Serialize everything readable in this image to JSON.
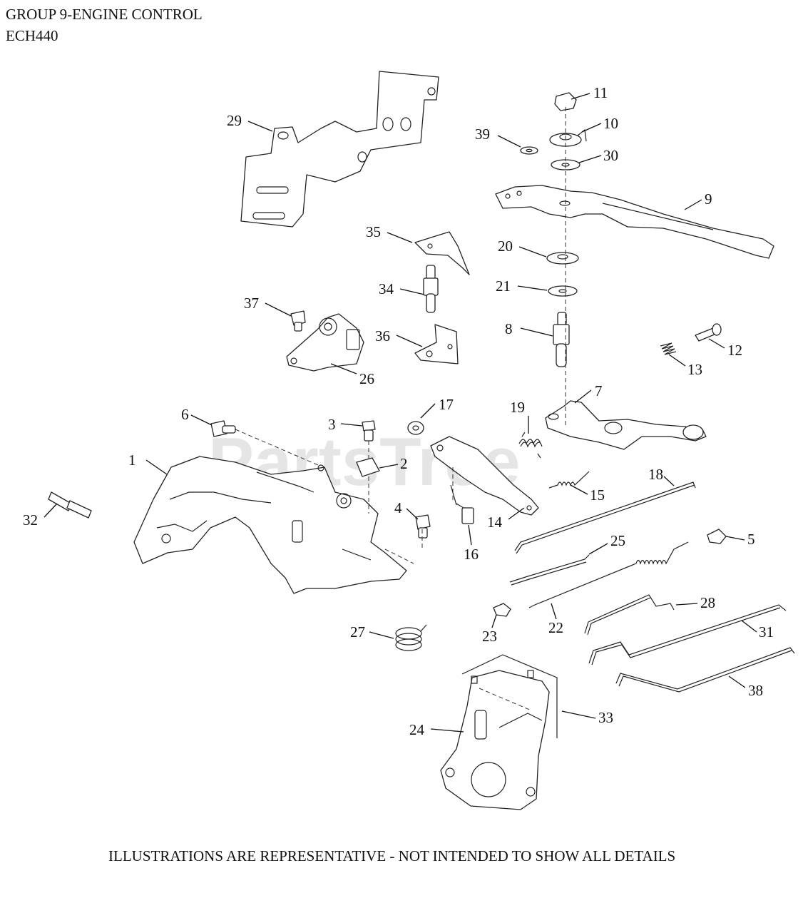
{
  "header": {
    "title": "GROUP 9-ENGINE CONTROL",
    "model": "ECH440"
  },
  "watermark": "PartsTree",
  "footer": "ILLUSTRATIONS ARE REPRESENTATIVE - NOT INTENDED TO SHOW ALL DETAILS",
  "callouts": {
    "c1": "1",
    "c2": "2",
    "c3": "3",
    "c4": "4",
    "c5": "5",
    "c6": "6",
    "c7": "7",
    "c8": "8",
    "c9": "9",
    "c10": "10",
    "c11": "11",
    "c12": "12",
    "c13": "13",
    "c14": "14",
    "c15": "15",
    "c16": "16",
    "c17": "17",
    "c18": "18",
    "c19": "19",
    "c20": "20",
    "c21": "21",
    "c22": "22",
    "c23": "23",
    "c24": "24",
    "c25": "25",
    "c26": "26",
    "c27": "27",
    "c28": "28",
    "c29": "29",
    "c30": "30",
    "c31": "31",
    "c32": "32",
    "c33": "33",
    "c34": "34",
    "c35": "35",
    "c36": "36",
    "c37": "37",
    "c38": "38",
    "c39": "39"
  }
}
